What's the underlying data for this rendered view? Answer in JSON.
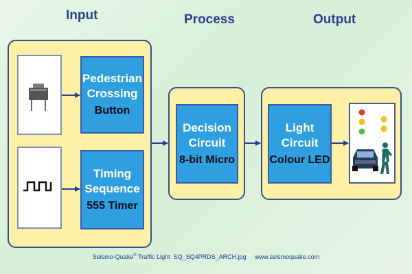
{
  "headings": {
    "input": "Input",
    "process": "Process",
    "output": "Output"
  },
  "input": {
    "pedestrian": {
      "line1": "Pedestrian",
      "line2": "Crossing",
      "line3": "Button"
    },
    "timing": {
      "line1": "Timing",
      "line2": "Sequence",
      "line3": "555 Timer"
    }
  },
  "process": {
    "line1": "Decision",
    "line2": "Circuit",
    "line3": "8-bit Micro"
  },
  "output": {
    "line1": "Light",
    "line2": "Circuit",
    "line3": "Colour LED"
  },
  "footer": {
    "brand": "Seismo-Quake",
    "mark": "®",
    "rest": " Traffic Light  SQ_SQ4PRDS_ARCH.jpg     www.seismoquake.com"
  },
  "colors": {
    "heading": "#2b3f8f",
    "panel": "#fbf0a6",
    "box": "#2f9fe0",
    "arrow": "#2b3f8f"
  }
}
